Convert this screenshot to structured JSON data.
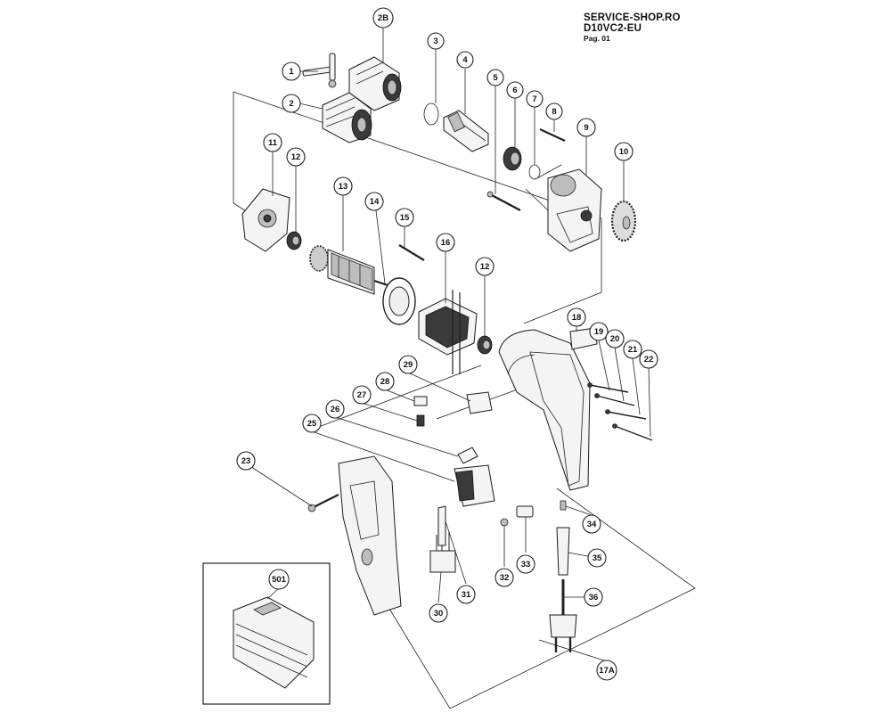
{
  "header": {
    "shop": "SERVICE-SHOP.RO",
    "model": "D10VC2-EU",
    "page": "Pag. 01"
  },
  "callouts": [
    {
      "id": "c-1",
      "label": "1"
    },
    {
      "id": "c-2",
      "label": "2"
    },
    {
      "id": "c-2b",
      "label": "2B"
    },
    {
      "id": "c-3",
      "label": "3"
    },
    {
      "id": "c-4",
      "label": "4"
    },
    {
      "id": "c-5",
      "label": "5"
    },
    {
      "id": "c-6",
      "label": "6"
    },
    {
      "id": "c-7",
      "label": "7"
    },
    {
      "id": "c-8",
      "label": "8"
    },
    {
      "id": "c-9",
      "label": "9"
    },
    {
      "id": "c-10",
      "label": "10"
    },
    {
      "id": "c-11",
      "label": "11"
    },
    {
      "id": "c-12a",
      "label": "12"
    },
    {
      "id": "c-13",
      "label": "13"
    },
    {
      "id": "c-14",
      "label": "14"
    },
    {
      "id": "c-15",
      "label": "15"
    },
    {
      "id": "c-16",
      "label": "16"
    },
    {
      "id": "c-12b",
      "label": "12"
    },
    {
      "id": "c-18",
      "label": "18"
    },
    {
      "id": "c-19",
      "label": "19"
    },
    {
      "id": "c-20",
      "label": "20"
    },
    {
      "id": "c-21",
      "label": "21"
    },
    {
      "id": "c-22",
      "label": "22"
    },
    {
      "id": "c-29",
      "label": "29"
    },
    {
      "id": "c-28",
      "label": "28"
    },
    {
      "id": "c-27",
      "label": "27"
    },
    {
      "id": "c-26",
      "label": "26"
    },
    {
      "id": "c-25",
      "label": "25"
    },
    {
      "id": "c-23",
      "label": "23"
    },
    {
      "id": "c-34",
      "label": "34"
    },
    {
      "id": "c-35",
      "label": "35"
    },
    {
      "id": "c-36",
      "label": "36"
    },
    {
      "id": "c-33",
      "label": "33"
    },
    {
      "id": "c-32",
      "label": "32"
    },
    {
      "id": "c-31",
      "label": "31"
    },
    {
      "id": "c-30",
      "label": "30"
    },
    {
      "id": "c-501",
      "label": "501"
    },
    {
      "id": "c-17a",
      "label": "17A"
    }
  ]
}
